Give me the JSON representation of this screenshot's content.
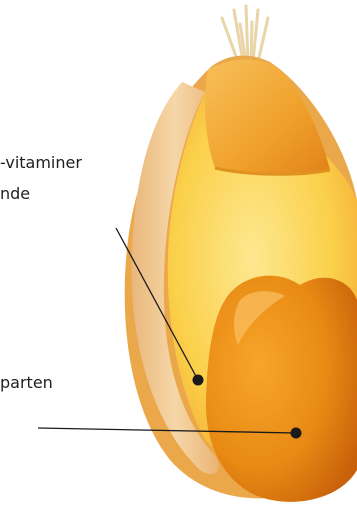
{
  "labels": {
    "label_1_line_1": "-vitaminer",
    "label_1_line_2": "nde",
    "label_2": "parten"
  },
  "colors": {
    "bran_layer": "#f2c98e",
    "endosperm": "#fbd24a",
    "germ": "#e88a14",
    "top_cap": "#f0a22e",
    "brush": "#efe1bf",
    "pointer": "#1a1a1a"
  }
}
